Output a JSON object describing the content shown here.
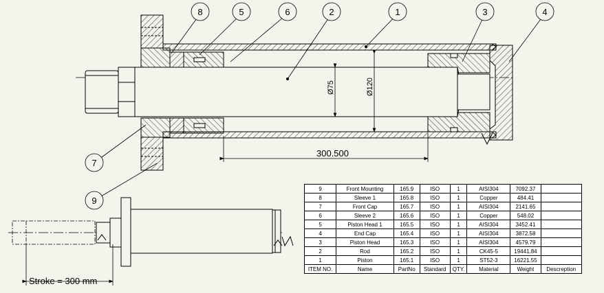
{
  "balloons": [
    {
      "num": "8"
    },
    {
      "num": "5"
    },
    {
      "num": "6"
    },
    {
      "num": "2"
    },
    {
      "num": "1"
    },
    {
      "num": "3"
    },
    {
      "num": "4"
    },
    {
      "num": "7"
    },
    {
      "num": "9"
    }
  ],
  "dimensions": {
    "stroke_length": "300.500",
    "rod_diameter": "Ø75",
    "bore_diameter": "Ø120",
    "stroke_label": "Stroke = 300 mm"
  },
  "bom": {
    "headers": [
      "ITEM NO.",
      "Name",
      "PartNo",
      "Standard",
      "QTY.",
      "Material",
      "Weight",
      "Descreption"
    ],
    "rows": [
      [
        "9",
        "Front Mounting",
        "165.9",
        "ISO",
        "1",
        "AISI304",
        "7092.37",
        ""
      ],
      [
        "8",
        "Sleeve 1",
        "165.8",
        "ISO",
        "1",
        "Copper",
        "484.41",
        ""
      ],
      [
        "7",
        "Front Cap",
        "165.7",
        "ISO",
        "1",
        "AISI304",
        "2141.65",
        ""
      ],
      [
        "6",
        "Sleeve 2",
        "165.6",
        "ISO",
        "1",
        "Copper",
        "548.02",
        ""
      ],
      [
        "5",
        "Piston Head 1",
        "165.5",
        "ISO",
        "1",
        "AISI304",
        "3452.41",
        ""
      ],
      [
        "4",
        "End Cap",
        "165.4",
        "ISO",
        "1",
        "AISI304",
        "3872.58",
        ""
      ],
      [
        "3",
        "Piston Head",
        "165.3",
        "ISO",
        "1",
        "AISI304",
        "4579.79",
        ""
      ],
      [
        "2",
        "Rod",
        "165.2",
        "ISO",
        "1",
        "CK45-5",
        "19441.84",
        ""
      ],
      [
        "1",
        "Piston",
        "165.1",
        "ISO",
        "1",
        "ST52-3",
        "16221.55",
        ""
      ]
    ]
  },
  "colors": {
    "line": "#000000",
    "hatch": "#333333",
    "background": "#f4f3ec"
  }
}
